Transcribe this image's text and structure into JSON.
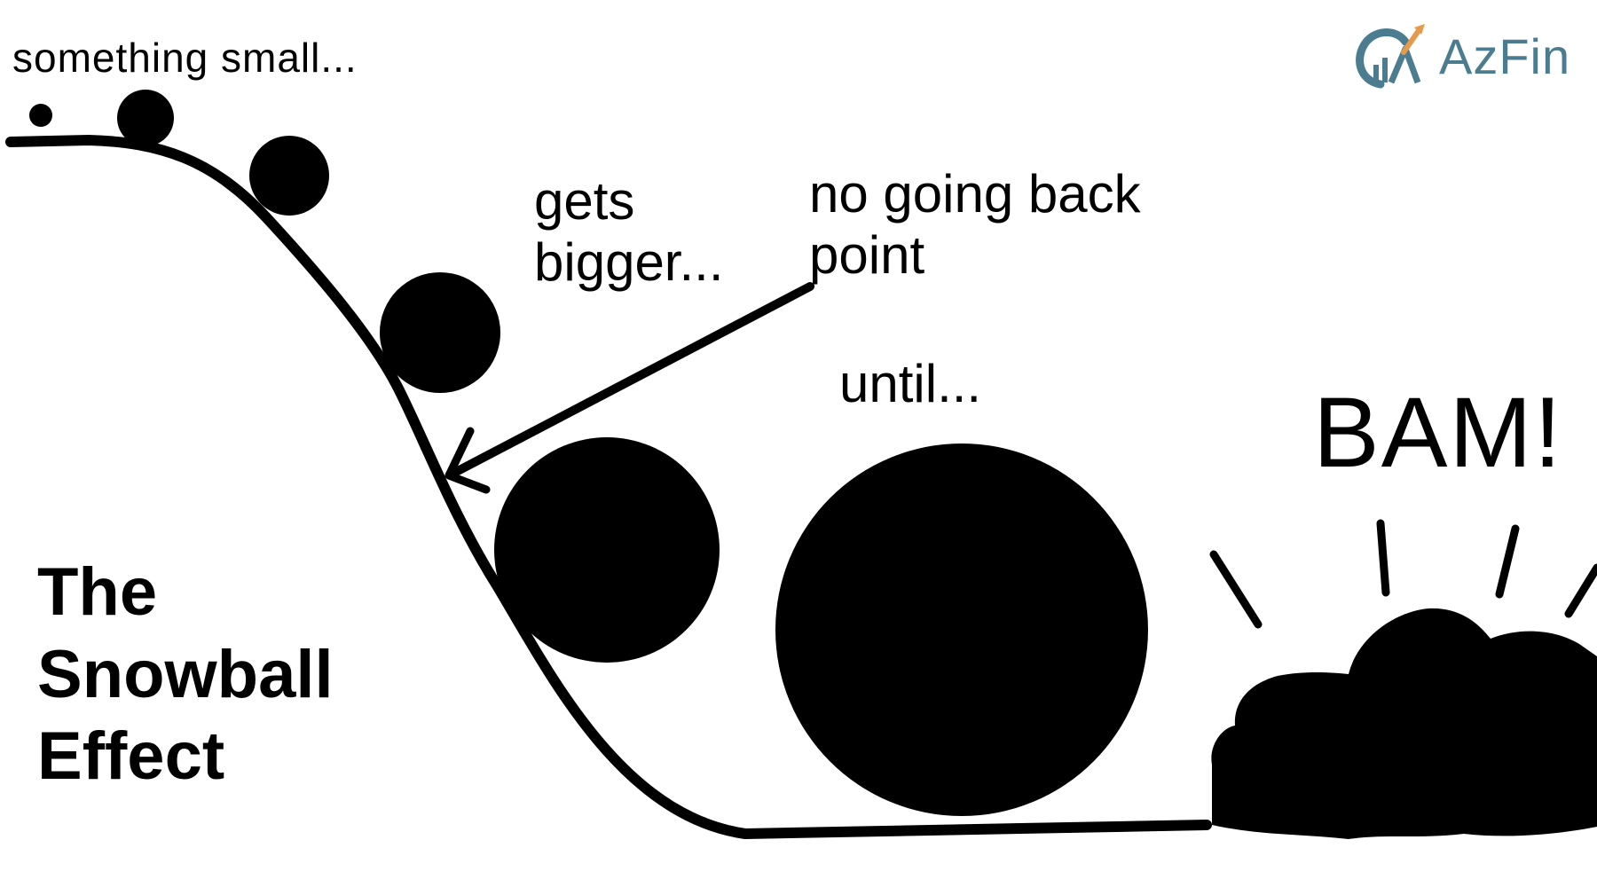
{
  "labels": {
    "something_small": "something small...",
    "gets_bigger": "gets\nbigger...",
    "no_going_back": "no going back\npoint",
    "until": "until...",
    "bam": "BAM!"
  },
  "title": {
    "line1": "The",
    "line2": "Snowball",
    "line3": "Effect"
  },
  "logo": {
    "text": "AzFin",
    "color": "#4c7c8f",
    "accent_color": "#e69a4b"
  },
  "colors": {
    "ink": "#000000",
    "background": "#ffffff"
  }
}
